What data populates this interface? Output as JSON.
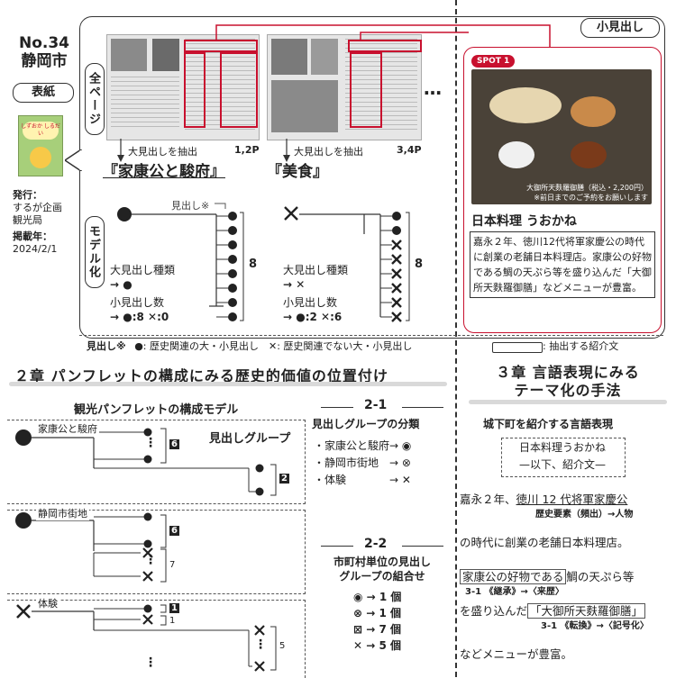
{
  "header": {
    "no": "No.34",
    "city": "静岡市",
    "cover_label": "表紙",
    "publisher_label": "発行：",
    "publisher": "するが企画観光局",
    "pubdate_label": "掲載年：",
    "pubdate": "2024/2/1"
  },
  "cover": {
    "title": "しずおか しるだい"
  },
  "vertical": {
    "all_pages": "全ページ",
    "model": "モデル化"
  },
  "pages": {
    "p12": {
      "caption": "大見出しを抽出",
      "page": "1,2P",
      "theme": "『家康公と駿府』"
    },
    "p34": {
      "caption": "大見出しを抽出",
      "page": "3,4P",
      "theme": "『美食』"
    },
    "ellipsis": "…"
  },
  "model": {
    "small_heading": "見出し※",
    "big_type_label": "大見出し種類",
    "small_count_label": "小見出し数",
    "left": {
      "big": "→ ●",
      "count": "→ ●:8 ✕:0",
      "total": "8"
    },
    "right": {
      "big": "→ ✕",
      "count": "→ ●:2 ✕:6",
      "total": "8"
    }
  },
  "legend": {
    "note": "見出し※",
    "text": "●: 歴史関連の大・小見出し　✕: 歴史関連でない大・小見出し",
    "extract": ": 抽出する紹介文"
  },
  "spot": {
    "callout": "小見出し",
    "badge": "SPOT 1",
    "photo_cap1": "大御所天麩羅御膳（税込・2,200円）",
    "photo_cap2": "※前日までのご予約をお願いします",
    "title": "日本料理 うおかね",
    "body": "嘉永２年、徳川12代将軍家慶公の時代に創業の老舗日本料理店。家康公の好物である鯛の天ぷら等を盛り込んだ「大御所天麩羅御膳」などメニューが豊富。"
  },
  "ch2": {
    "title": "２章  パンフレットの構成にみる歴史的価値の位置付け",
    "model_title": "観光パンフレットの構成モデル",
    "group_label": "見出しグループ",
    "g1": "家康公と駿府",
    "g1_n1": "6",
    "g1_n2": "2",
    "g2": "静岡市街地",
    "g2_n1": "6",
    "g2_n2": "7",
    "g3": "体験",
    "g3_n1": "1",
    "g3_n2": "1",
    "g3_n3": "5",
    "vdots": "⋮",
    "s21_no": "2-1",
    "s21_title": "見出しグループの分類",
    "s21_items": [
      "・家康公と駿府→ ◉",
      "・静岡市街地　→ ⊗",
      "・体験　　　　→ ✕"
    ],
    "s22_no": "2-2",
    "s22_title1": "市町村単位の見出し",
    "s22_title2": "グループの組合せ",
    "s22_items": [
      "◉ → 1 個",
      "⊗ → 1 個",
      "⊠ → 7 個",
      "✕ → 5 個"
    ]
  },
  "ch3": {
    "title1": "３章  言語表現にみる",
    "title2": "テーマ化の手法",
    "sub": "城下町を紹介する言語表現",
    "box1": "日本料理うおかね",
    "box2": "—以下、紹介文—",
    "l1a": "嘉永２年、",
    "l1b": "徳川 12 代将軍家慶公",
    "l1note": "歴史要素（頻出）→人物",
    "l2": "の時代に創業の老舗日本料理店。",
    "l3a": "家康公の好物である",
    "l3b": "鯛の天ぷら等",
    "l3note": "3-1 《継承》→〈来歴〉",
    "l4a": "を盛り込んだ",
    "l4b": "「大御所天麩羅御膳」",
    "l4note": "3-1 《転換》→〈記号化〉",
    "l5": "などメニューが豊富。"
  }
}
